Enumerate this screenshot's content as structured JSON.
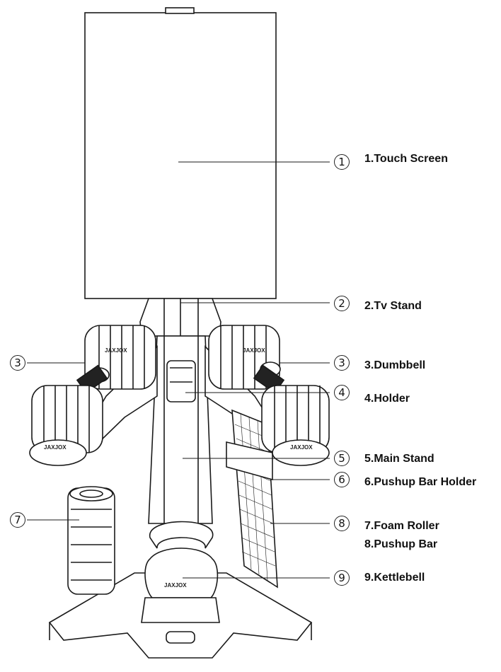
{
  "brand": "JAXJOX",
  "callouts": [
    {
      "id": "1",
      "label": "1.Touch Screen"
    },
    {
      "id": "2",
      "label": "2.Tv Stand"
    },
    {
      "id": "3",
      "label": "3.Dumbbell"
    },
    {
      "id": "4",
      "label": "4.Holder"
    },
    {
      "id": "5",
      "label": "5.Main Stand"
    },
    {
      "id": "6",
      "label": "6.Pushup Bar Holder"
    },
    {
      "id": "7",
      "label": "7.Foam Roller"
    },
    {
      "id": "8",
      "label": "8.Pushup Bar"
    },
    {
      "id": "9",
      "label": "9.Kettlebell"
    }
  ],
  "numbers": {
    "n1": "1",
    "n2": "2",
    "n3": "3",
    "n4": "4",
    "n5": "5",
    "n6": "6",
    "n7": "7",
    "n8": "8",
    "n9": "9"
  }
}
